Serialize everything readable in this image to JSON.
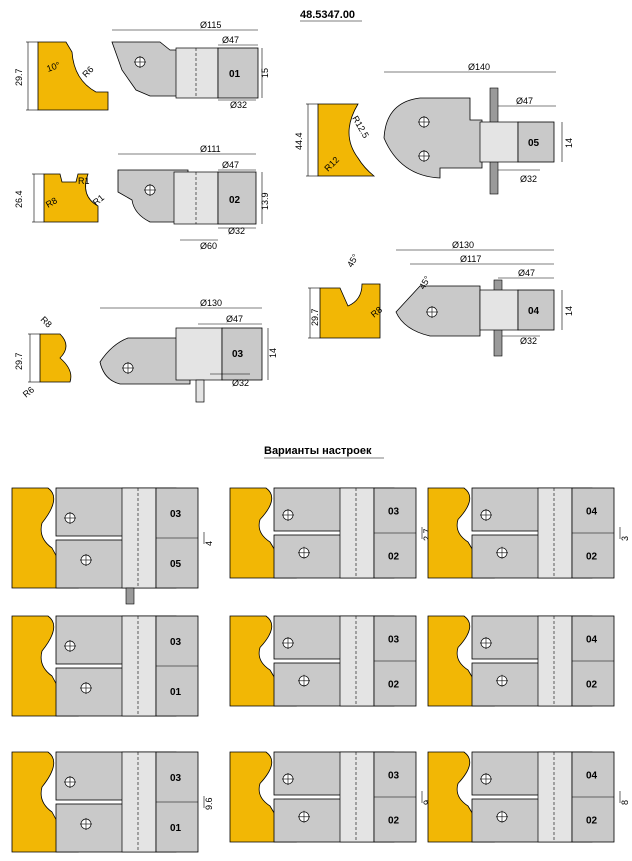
{
  "title": "48.5347.00",
  "section_title": "Варианты настроек",
  "colors": {
    "profile": "#f2b705",
    "body": "#c9c9c9"
  },
  "cutters": {
    "c01": {
      "code": "01",
      "d_outer": "Ø115",
      "d_hub": "Ø47",
      "d_bore": "Ø32",
      "height": "15",
      "profile_h": "29.7",
      "angle": "10°",
      "radius": "R6"
    },
    "c02": {
      "code": "02",
      "d_outer": "Ø111",
      "d_hub": "Ø47",
      "d_bore": "Ø32",
      "d_min": "Ø60",
      "height": "13.9",
      "profile_h": "26.4",
      "r1": "R1",
      "r2": "R1",
      "r8": "R8"
    },
    "c03": {
      "code": "03",
      "d_outer": "Ø130",
      "d_hub": "Ø47",
      "d_bore": "Ø32",
      "height": "14",
      "profile_h": "29.7",
      "r8": "R8",
      "r6": "R6"
    },
    "c05": {
      "code": "05",
      "d_outer": "Ø140",
      "d_hub": "Ø47",
      "d_bore": "Ø32",
      "height": "14",
      "profile_h": "44.4",
      "r12_5": "R12.5",
      "r12": "R12"
    },
    "c04": {
      "code": "04",
      "d_outer": "Ø130",
      "d_mid": "Ø117",
      "d_hub": "Ø47",
      "d_bore": "Ø32",
      "height": "14",
      "profile_h": "29.7",
      "angle1": "45°",
      "angle2": "45°",
      "r8": "R8"
    }
  },
  "setups": [
    {
      "top": "03",
      "bottom": "05",
      "gap": "4"
    },
    {
      "top": "03",
      "bottom": "02",
      "gap": "2.7"
    },
    {
      "top": "04",
      "bottom": "02",
      "gap": "3"
    },
    {
      "top": "03",
      "bottom": "01",
      "gap": ""
    },
    {
      "top": "03",
      "bottom": "02",
      "gap": ""
    },
    {
      "top": "04",
      "bottom": "02",
      "gap": ""
    },
    {
      "top": "03",
      "bottom": "01",
      "gap": "9.6"
    },
    {
      "top": "03",
      "bottom": "02",
      "gap": "9"
    },
    {
      "top": "04",
      "bottom": "02",
      "gap": "8"
    }
  ]
}
